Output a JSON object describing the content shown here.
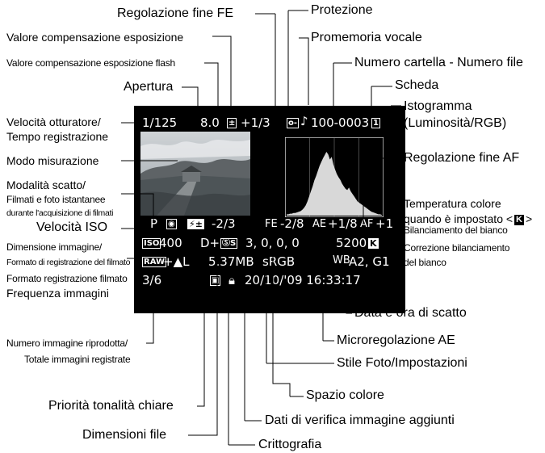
{
  "screen": {
    "shutter": "1/125",
    "aperture": "8.0",
    "exposure_comp": "+1/3",
    "protect_icon": "key-icon",
    "voice_memo_icon": "note-icon",
    "file_number": "100-0003",
    "card": "1",
    "shooting_mode": "P",
    "flash_comp": "-2/3",
    "fe_lock": "-2/8",
    "ae_micro": "+1/8",
    "af_micro": "+1",
    "iso_badge": "ISO",
    "iso": "400",
    "d_plus": "D+",
    "style_badge": "S",
    "picture_style": "3, 0, 0, 0",
    "color_temp": "5200",
    "wb_badge": "K",
    "raw_badge": "RAW",
    "quality": "+▲L",
    "file_size": "5.37MB",
    "color_space": "sRGB",
    "wb_correction": "A2, G1",
    "image_index": "3/6",
    "datetime": "20/10/'09 16:33:17"
  },
  "labels": {
    "fe_fine": "Regolazione fine FE",
    "protect": "Protezione",
    "exp_comp_value": "Valore compensazione esposizione",
    "voice_memo": "Promemoria vocale",
    "flash_comp_value": "Valore compensazione esposizione flash",
    "folder_file": "Numero cartella - Numero file",
    "aperture": "Apertura",
    "card": "Scheda",
    "shutter_1": "Velocità otturatore/",
    "shutter_2": "Tempo registrazione",
    "histogram_1": "Istogramma",
    "histogram_2": "(Luminosità/RGB)",
    "metering": "Modo misurazione",
    "af_fine": "Regolazione fine AF",
    "shoot_mode_1": "Modalità scatto/",
    "shoot_mode_2": "Filmati e foto istantanee",
    "shoot_mode_3": "durante l'acquisizione di filmati",
    "color_temp_1": "Temperatura colore",
    "color_temp_2": "quando è impostato <",
    "color_temp_3": ">",
    "iso": "Velocità ISO",
    "wb": "Bilanciamento del bianco",
    "image_size_1": "Dimensione immagine/",
    "image_size_2": "Formato di registrazione del filmato",
    "movie_format": "Formato registrazione filmato",
    "frame_rate": "Frequenza immagini",
    "wb_corr_1": "Correzione bilanciamento",
    "wb_corr_2": "del bianco",
    "date_time": "Data e ora di scatto",
    "playback_1": "Numero immagine riprodotta/",
    "playback_2": "Totale immagini registrate",
    "ae_micro": "Microregolazione AE",
    "picture_style": "Stile Foto/Impostazioni",
    "color_space": "Spazio colore",
    "highlight_tone": "Priorità tonalità chiare",
    "verification": "Dati di verifica immagine aggiunti",
    "file_size": "Dimensioni file",
    "encryption": "Crittografia"
  },
  "colors": {
    "screen_bg": "#000000",
    "text_on_screen": "#ffffff",
    "callout_line": "#000000",
    "histogram_fill": "#d8d8d8"
  },
  "histogram": [
    2,
    2,
    3,
    3,
    4,
    4,
    5,
    6,
    7,
    9,
    12,
    16,
    22,
    30,
    38,
    46,
    55,
    62,
    70,
    78,
    84,
    90,
    95,
    100,
    96,
    88,
    92,
    80,
    72,
    65,
    60,
    56,
    50,
    46,
    42,
    40,
    44,
    38,
    34,
    30,
    26,
    22,
    20,
    18,
    16,
    14,
    12,
    10,
    8,
    6,
    5,
    4,
    3,
    2,
    2,
    1
  ]
}
